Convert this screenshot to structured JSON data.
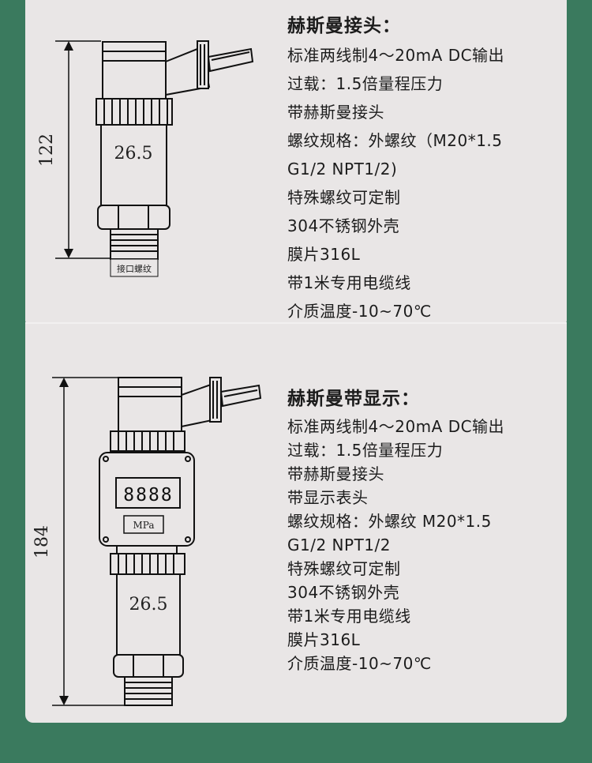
{
  "sensor1": {
    "title": "赫斯曼接头：",
    "specs": [
      "标准两线制4～20mA DC输出",
      "过载：1.5倍量程压力",
      "带赫斯曼接头",
      "螺纹规格：外螺纹（M20*1.5",
      "G1/2  NPT1/2)",
      "特殊螺纹可定制",
      "304不锈钢外壳",
      "膜片316L",
      "带1米专用电缆线",
      "介质温度-10~70℃"
    ],
    "height_label": "122",
    "body_dim": "26.5",
    "thread_label": "接口螺纹"
  },
  "sensor2": {
    "title": "赫斯曼带显示：",
    "specs": [
      "标准两线制4～20mA DC输出",
      "过载：1.5倍量程压力",
      "带赫斯曼接头",
      "带显示表头",
      "螺纹规格：外螺纹  M20*1.5",
      "G1/2 NPT1/2",
      "特殊螺纹可定制",
      "304不锈钢外壳",
      "带1米专用电缆线",
      "膜片316L",
      "介质温度-10~70℃"
    ],
    "height_label": "184",
    "body_dim": "26.5",
    "unit_label": "MPa",
    "display_value": "8888"
  }
}
